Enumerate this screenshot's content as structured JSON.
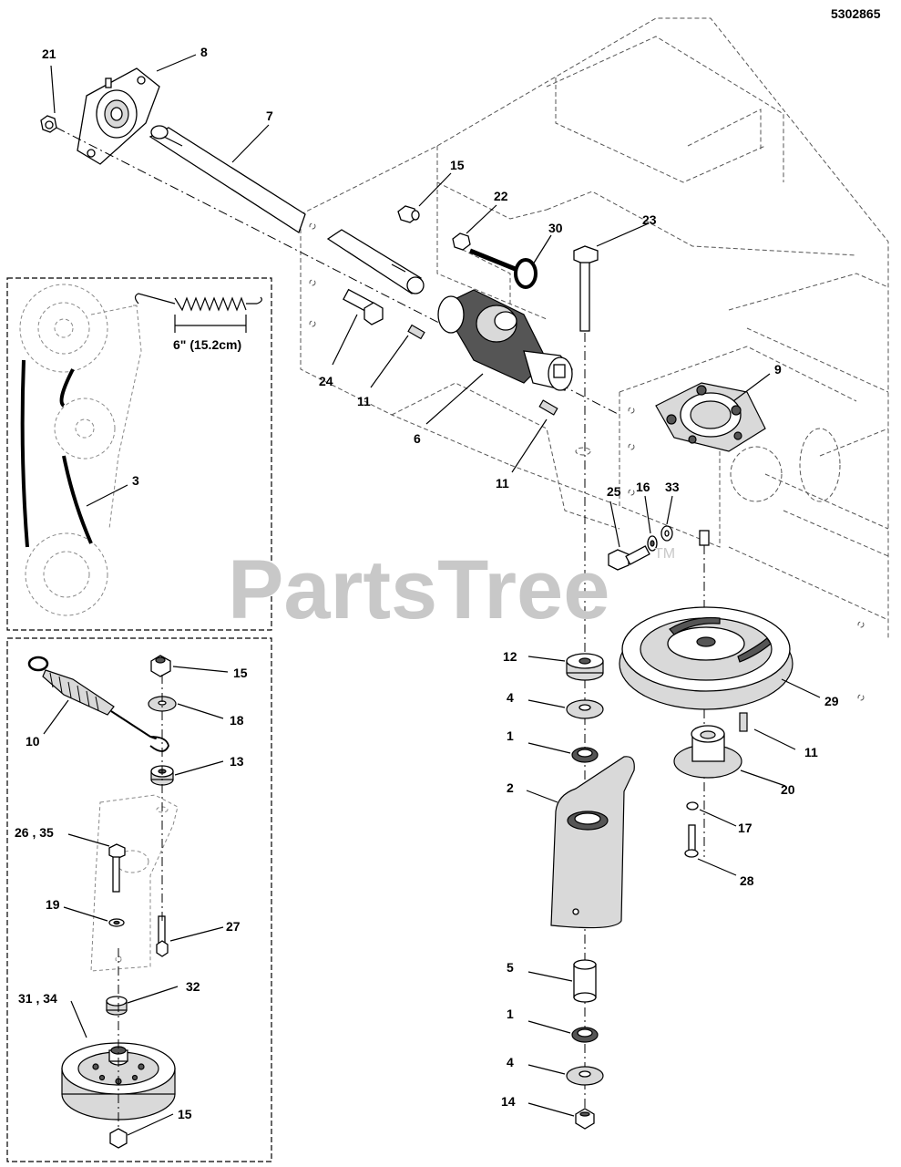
{
  "diagram_id": "5302865",
  "watermark": "PartsTree",
  "watermark_tm": "TM",
  "dimension_label": "6\" (15.2cm)",
  "callouts": {
    "c21": "21",
    "c8": "8",
    "c7": "7",
    "c15a": "15",
    "c22": "22",
    "c30": "30",
    "c23": "23",
    "c24": "24",
    "c11a": "11",
    "c6": "6",
    "c11b": "11",
    "c9": "9",
    "c3": "3",
    "c25": "25",
    "c16": "16",
    "c33": "33",
    "c12": "12",
    "c29": "29",
    "c4a": "4",
    "c1a": "1",
    "c11c": "11",
    "c2": "2",
    "c20": "20",
    "c17": "17",
    "c28": "28",
    "c5": "5",
    "c1b": "1",
    "c4b": "4",
    "c14": "14",
    "c10": "10",
    "c15b": "15",
    "c18": "18",
    "c13": "13",
    "c2635": "26 , 35",
    "c19": "19",
    "c27": "27",
    "c3134": "31 , 34",
    "c32": "32",
    "c15c": "15"
  }
}
